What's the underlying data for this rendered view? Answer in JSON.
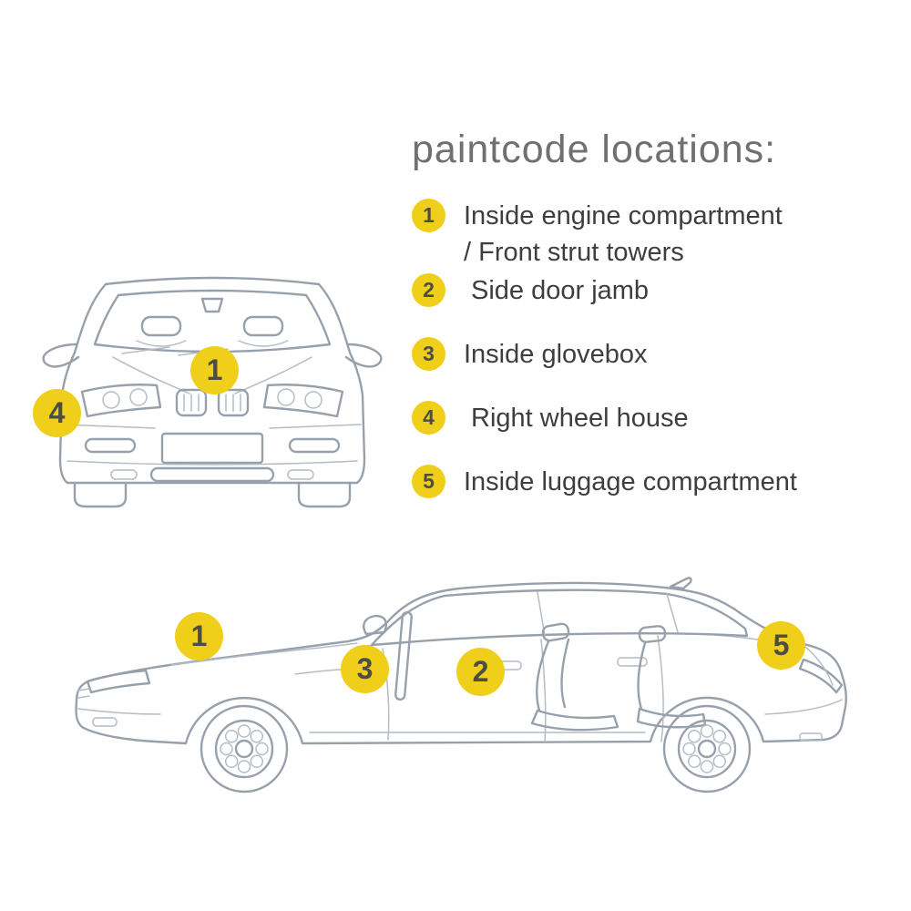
{
  "title": "paintcode locations:",
  "colors": {
    "badge": "#f0cf1b",
    "badge_text": "#4d4d43",
    "line": "#98a1ab",
    "line_light": "#b4bcc5",
    "title": "#707070",
    "text": "#3e3e3e"
  },
  "legend": {
    "items": [
      {
        "num": "1",
        "label": "Inside engine compartment",
        "label2": "/ Front strut towers"
      },
      {
        "num": "2",
        "label": "Side door jamb"
      },
      {
        "num": "3",
        "label": "Inside glovebox"
      },
      {
        "num": "4",
        "label": "Right wheel house"
      },
      {
        "num": "5",
        "label": "Inside luggage compartment"
      }
    ]
  },
  "diagram_badges": {
    "front_hood": "1",
    "front_wheelhouse": "4",
    "side_hood": "1",
    "side_glovebox": "3",
    "side_doorjamb": "2",
    "side_luggage": "5"
  }
}
